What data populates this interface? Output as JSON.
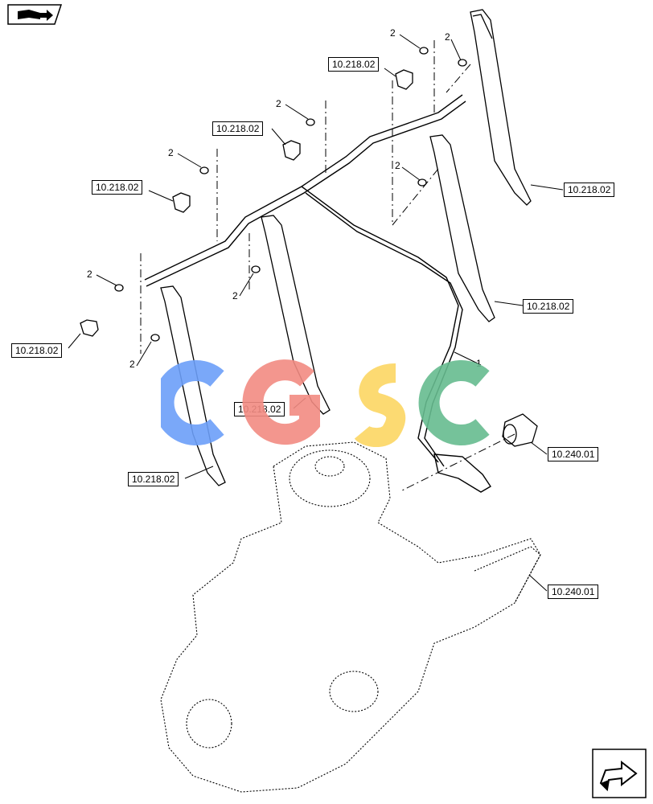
{
  "reference_labels": [
    {
      "id": "ref1",
      "text": "10.218.02"
    },
    {
      "id": "ref2",
      "text": "10.218.02"
    },
    {
      "id": "ref3",
      "text": "10.218.02"
    },
    {
      "id": "ref4",
      "text": "10.218.02"
    },
    {
      "id": "ref5",
      "text": "10.218.02"
    },
    {
      "id": "ref6",
      "text": "10.218.02"
    },
    {
      "id": "ref7",
      "text": "10.218.02"
    },
    {
      "id": "ref8",
      "text": "10.218.02"
    },
    {
      "id": "ref9",
      "text": "10.240.01"
    },
    {
      "id": "ref10",
      "text": "10.240.01"
    }
  ],
  "item_numbers": {
    "washer": "2",
    "pipe": "1"
  },
  "watermark": {
    "letters": [
      "C",
      "G",
      "S",
      "C"
    ],
    "colors": [
      "#6c9ef8",
      "#f28b82",
      "#fcd663",
      "#66bb8f"
    ]
  },
  "icons": {
    "top_left": "book-with-arrow-icon",
    "bottom_right": "next-page-arrow-icon"
  }
}
